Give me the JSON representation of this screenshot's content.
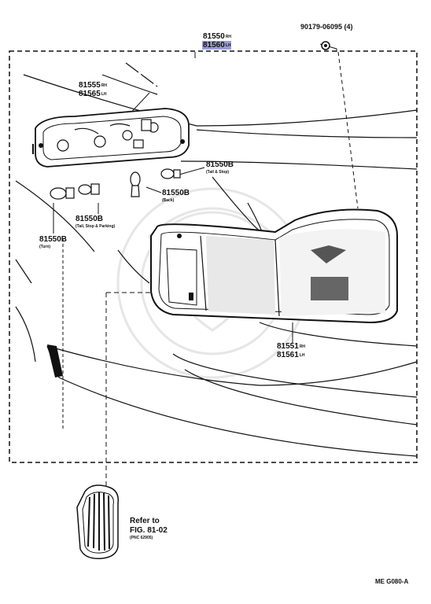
{
  "callouts": {
    "assembly_main": {
      "part": "81550",
      "suffix": "RH"
    },
    "assembly_alt": {
      "part": "81560",
      "suffix": "LH"
    },
    "clip": {
      "text": "90179-06095 (4)"
    },
    "socket_rh": {
      "part": "81555",
      "suffix": "RH"
    },
    "socket_lh": {
      "part": "81565",
      "suffix": "LH"
    },
    "bulb_tail_stop": {
      "part": "81550B",
      "note": "(Tail & Stop)"
    },
    "bulb_back": {
      "part": "81550B",
      "note": "(Back)"
    },
    "bulb_tail_parking": {
      "part": "81550B",
      "note": "(Tail, Stop & Parking)"
    },
    "bulb_turn": {
      "part": "81550B",
      "note": "(Turn)"
    },
    "lens_rh": {
      "part": "81551",
      "suffix": "RH"
    },
    "lens_lh": {
      "part": "81561",
      "suffix": "LH"
    }
  },
  "reference": {
    "line1": "Refer to",
    "line2": "FIG. 81-02",
    "pnc": "(PNC 62905)"
  },
  "figure_code": "ME G080-A",
  "colors": {
    "highlight": "#9b9bd6",
    "ink": "#111111",
    "paper": "#ffffff"
  }
}
